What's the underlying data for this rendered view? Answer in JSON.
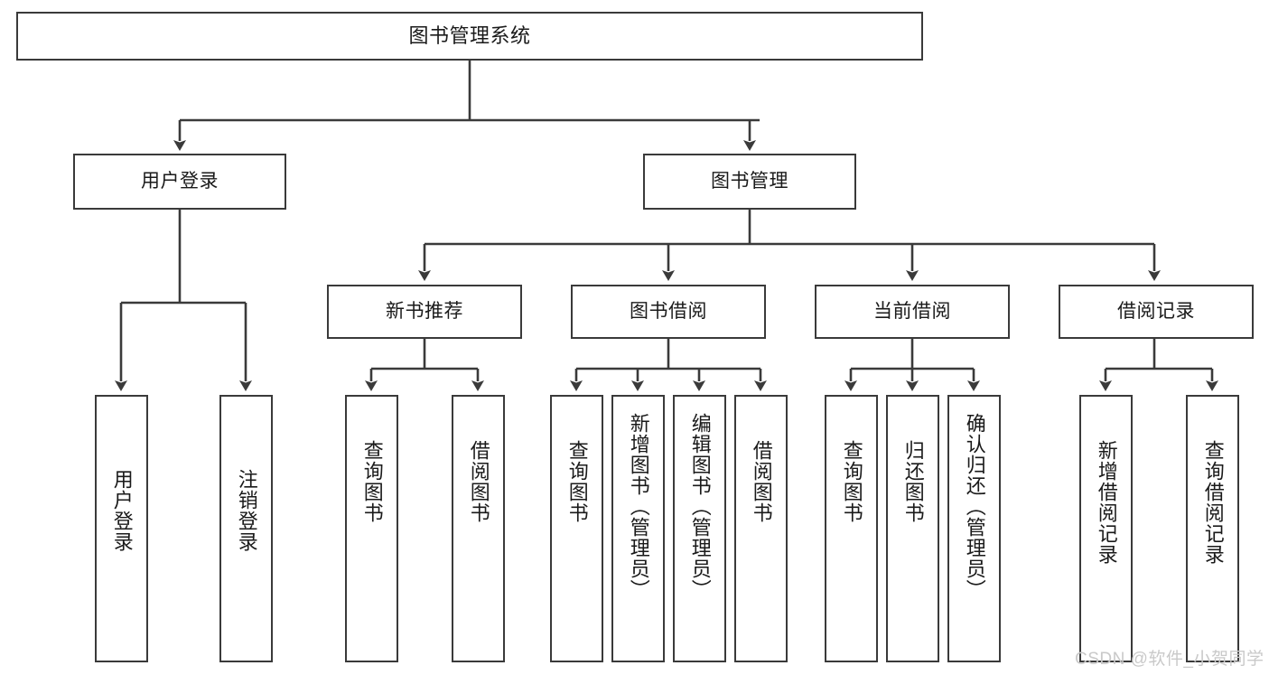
{
  "diagram": {
    "title": "图书管理系统",
    "type": "tree-hierarchy",
    "root": {
      "label": "图书管理系统"
    },
    "level1": [
      {
        "label": "用户登录"
      },
      {
        "label": "图书管理"
      }
    ],
    "level2": [
      {
        "label": "新书推荐"
      },
      {
        "label": "图书借阅"
      },
      {
        "label": "当前借阅"
      },
      {
        "label": "借阅记录"
      }
    ],
    "leaves": {
      "user_login": [
        {
          "label": "用户登录"
        },
        {
          "label": "注销登录"
        }
      ],
      "new_book_recommend": [
        {
          "label": "查询图书"
        },
        {
          "label": "借阅图书"
        }
      ],
      "book_borrow": [
        {
          "label": "查询图书"
        },
        {
          "label": "新增图书（管理员）"
        },
        {
          "label": "编辑图书（管理员）"
        },
        {
          "label": "借阅图书"
        }
      ],
      "current_borrow": [
        {
          "label": "查询图书"
        },
        {
          "label": "归还图书"
        },
        {
          "label": "确认归还（管理员）"
        }
      ],
      "borrow_record": [
        {
          "label": "新增借阅记录"
        },
        {
          "label": "查询借阅记录"
        }
      ]
    }
  },
  "watermark": {
    "text": "CSDN @软件_小贺同学"
  },
  "colors": {
    "stroke": "#3a3a3a",
    "box_fill": "#ffffff",
    "text": "#1a1a1a",
    "watermark": "#c9c9c9",
    "background": "#ffffff"
  }
}
